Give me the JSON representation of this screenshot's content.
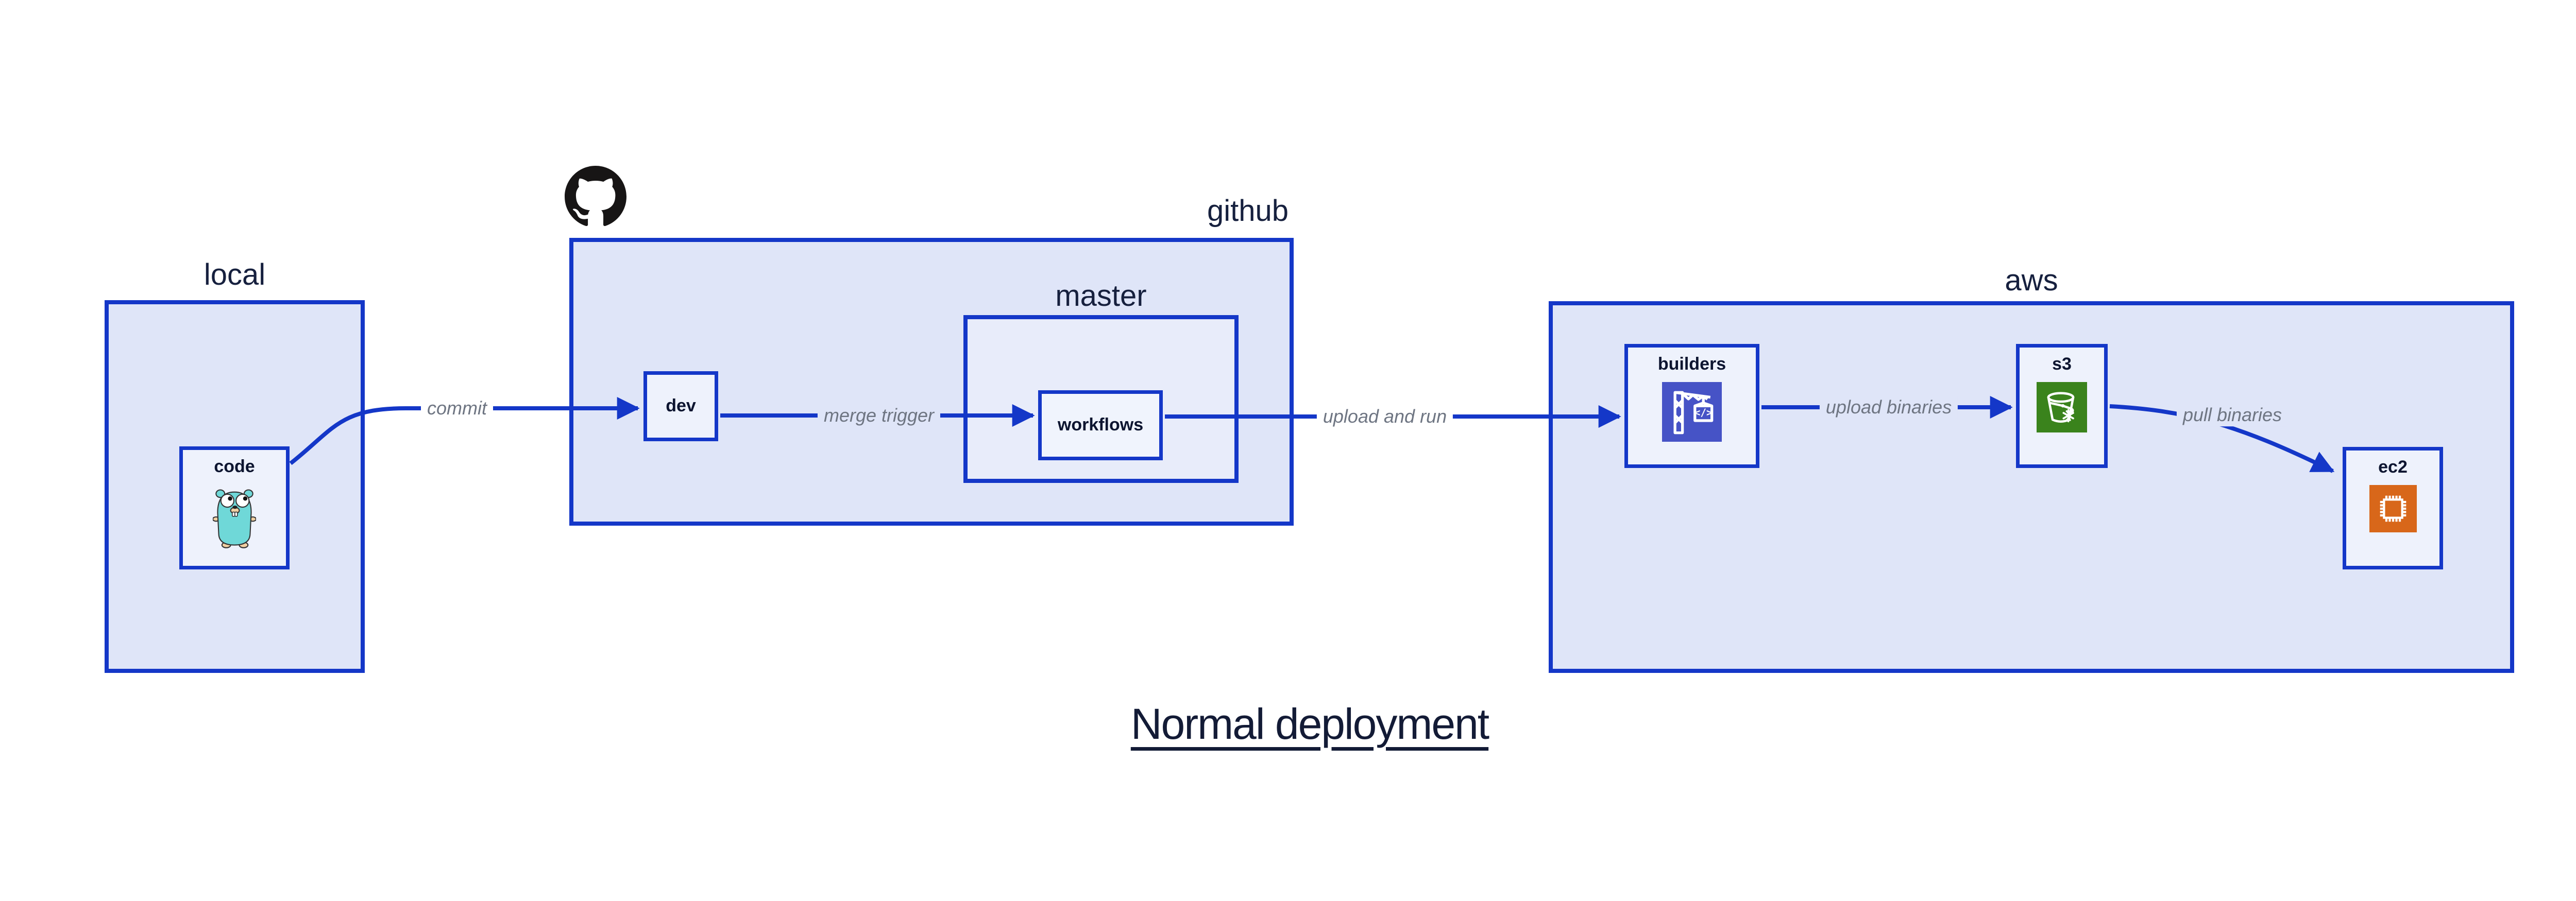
{
  "diagram": {
    "title": "Normal deployment",
    "groups": {
      "local": {
        "label": "local"
      },
      "github": {
        "label": "github"
      },
      "master": {
        "label": "master"
      },
      "aws": {
        "label": "aws"
      }
    },
    "nodes": {
      "code": {
        "label": "code",
        "icon": "go-gopher-icon"
      },
      "dev": {
        "label": "dev"
      },
      "workflows": {
        "label": "workflows"
      },
      "builders": {
        "label": "builders",
        "icon": "aws-codebuild-icon"
      },
      "s3": {
        "label": "s3",
        "icon": "aws-s3-glacier-bucket-icon"
      },
      "ec2": {
        "label": "ec2",
        "icon": "aws-ec2-chip-icon"
      }
    },
    "edges": {
      "commit": {
        "label": "commit",
        "from": "code",
        "to": "dev"
      },
      "merge_trigger": {
        "label": "merge trigger",
        "from": "dev",
        "to": "workflows"
      },
      "upload_and_run": {
        "label": "upload and run",
        "from": "workflows",
        "to": "builders"
      },
      "upload_binaries": {
        "label": "upload binaries",
        "from": "builders",
        "to": "s3"
      },
      "pull_binaries": {
        "label": "pull binaries",
        "from": "s3",
        "to": "ec2"
      }
    },
    "icons": {
      "github_logo": "github-octocat-icon"
    },
    "colors": {
      "edge_stroke": "#1437c8",
      "container_fill": "#dfe5f8",
      "master_fill": "#e8ecfa",
      "node_fill": "#eef2fc",
      "heading_text": "#16203e",
      "node_label_text": "#0d1530",
      "edge_label_text": "#6e7582",
      "codebuild_icon_bg": "#4653c6",
      "s3_glacier_icon_bg": "#3a831c",
      "ec2_icon_bg": "#d8671a",
      "gopher_body": "#6fd8d8",
      "github_logo": "#171515"
    }
  }
}
